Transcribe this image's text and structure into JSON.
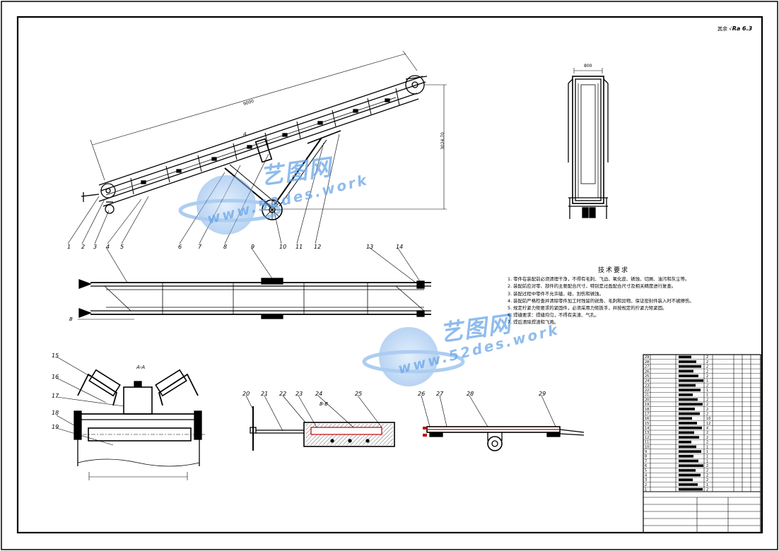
{
  "sheet": {
    "roughness_prefix": "其余",
    "roughness_value": "Ra 6.3"
  },
  "watermark": {
    "cn": "艺图网",
    "en": "www.52des.work"
  },
  "callouts_main": [
    "1",
    "2",
    "3",
    "4",
    "5",
    "6",
    "7",
    "8",
    "9",
    "10",
    "11",
    "12"
  ],
  "callouts_plan": [
    "4",
    "5",
    "9",
    "13",
    "14"
  ],
  "callouts_section_a": [
    "15",
    "16",
    "17",
    "18",
    "19"
  ],
  "callouts_section_b": [
    "20",
    "21",
    "22",
    "23",
    "24",
    "25"
  ],
  "callouts_part": [
    "26",
    "27",
    "28",
    "29"
  ],
  "section_labels": {
    "a": "A-A",
    "b": "B-B",
    "plan_left": "B",
    "main_a": "A"
  },
  "dimensions": {
    "length": "9000",
    "height": "3024.70",
    "width": "800"
  },
  "tech_requirements": {
    "title": "技术要求",
    "items": [
      "1. 零件在装配前必须清理干净，不得有毛刺、飞边、氧化皮、锈蚀、切屑、油污和灰尘等。",
      "2. 装配前应对零、部件的主要配合尺寸，特别是过盈配合尺寸及相关精度进行复查。",
      "3. 装配过程中零件不允许磕、碰、划伤和锈蚀。",
      "4. 装配前严格检查并清除零件加工时残留的锐角、毛刺和异物，保证密封件装入时不被擦伤。",
      "5. 规定拧紧力矩要求的紧固件，必须采用力矩扳手，并按规定的拧紧力矩紧固。",
      "6. 焊缝要求：焊缝均匀，不得有夹渣、气孔。",
      "7. 焊后清除焊渣和飞溅。"
    ]
  },
  "bom": {
    "rows": [
      "29",
      "28",
      "27",
      "26",
      "25",
      "24",
      "23",
      "22",
      "21",
      "20",
      "19",
      "18",
      "17",
      "16",
      "15",
      "14",
      "13",
      "12",
      "11",
      "10",
      "9",
      "8",
      "7",
      "6",
      "5",
      "4",
      "3",
      "2",
      "1"
    ],
    "qty": [
      "2",
      "2",
      "2",
      "2",
      "2",
      "1",
      "2",
      "1",
      "1",
      "2",
      "2",
      "2",
      "2",
      "10",
      "12",
      "4",
      "2",
      "2",
      "2",
      "1",
      "1",
      "1",
      "1",
      "2",
      "2",
      "2",
      "2",
      "1",
      "2"
    ]
  }
}
